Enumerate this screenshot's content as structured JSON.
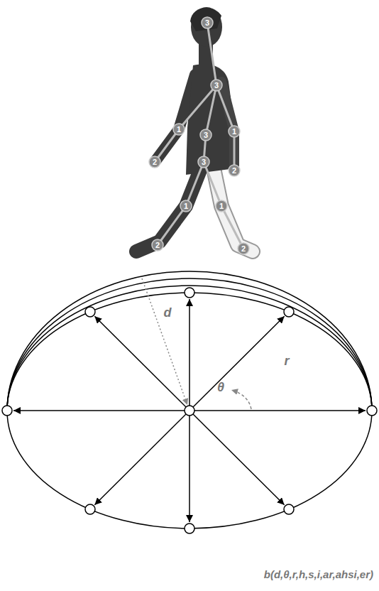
{
  "diagram": {
    "labels": [
      "3",
      "3",
      "1",
      "2",
      "1",
      "2",
      "3",
      "3",
      "1",
      "2",
      "1",
      "2",
      "d",
      "r",
      "θ",
      "b(d,θ,r,h,s,i,ar,ahsi,er)"
    ]
  }
}
